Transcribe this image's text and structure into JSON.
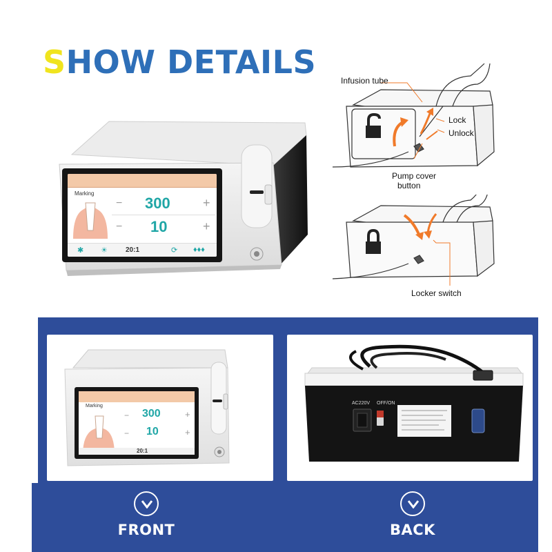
{
  "title": {
    "first_letter": "S",
    "rest": "HOW DETAILS"
  },
  "device_screen": {
    "mode_label": "Marking",
    "speed_value": "300",
    "torque_value": "10",
    "ratio": "20:1",
    "minus": "−",
    "plus": "+"
  },
  "diagram": {
    "infusion_tube": "Infusion tube",
    "lock": "Lock",
    "unlock": "Unlock",
    "pump_cover_line1": "Pump cover",
    "pump_cover_line2": "button",
    "locker_switch": "Locker switch"
  },
  "back_panel": {
    "voltage": "AC220V",
    "power_switch": "OFF/ON"
  },
  "captions": {
    "front": "FRONT",
    "back": "BACK"
  },
  "colors": {
    "title_blue": "#2e6fb8",
    "title_accent": "#f0e41e",
    "band_blue": "#2e4d9a",
    "screen_teal": "#1fa6a6"
  }
}
